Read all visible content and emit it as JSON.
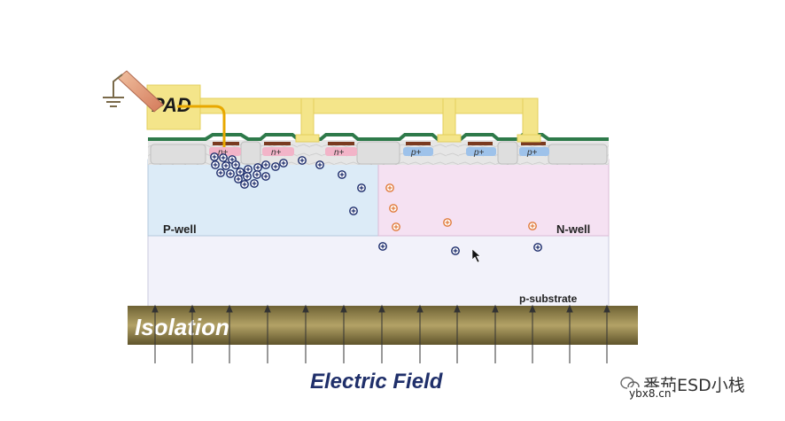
{
  "labels": {
    "pad": "PAD",
    "p_well": "P-well",
    "n_well": "N-well",
    "p_substrate": "p-substrate",
    "isolation": "Isolation",
    "electric_field": "Electric Field"
  },
  "diffusions": {
    "n_plus_1": "n+",
    "n_plus_2": "n+",
    "n_plus_3": "n+",
    "p_plus_1": "p+",
    "p_plus_2": "p+",
    "p_plus_3": "p+"
  },
  "watermark": {
    "text": "番茄ESD小栈",
    "site": "ybx8.cn"
  },
  "colors": {
    "p_well": "#dcebf7",
    "n_well": "#f5e1f2",
    "substrate": "#f2f2fa",
    "metal": "#f4e58a",
    "isolation_band": "#8a7a4a",
    "hole_marker": "#1a2a6a",
    "electron_marker": "#e07a3a"
  },
  "icons": [
    "ground-icon",
    "probe-icon",
    "cursor-icon",
    "wechat-logo-icon"
  ]
}
